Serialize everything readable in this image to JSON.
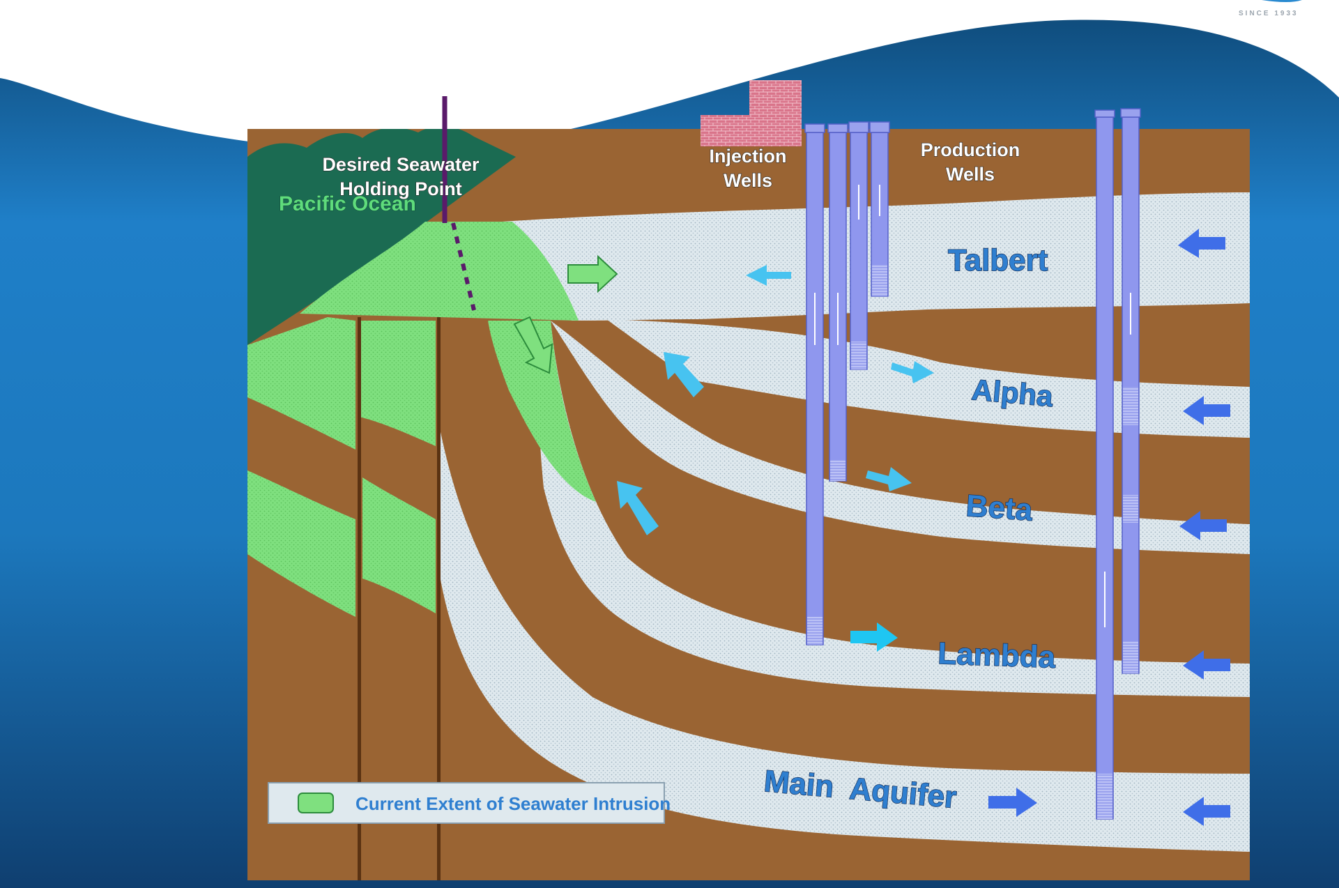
{
  "logo": {
    "tagline": "SINCE 1933"
  },
  "labels": {
    "ocean": "Pacific Ocean",
    "holding_point_line1": "Desired Seawater",
    "holding_point_line2": "Holding Point",
    "injection_line1": "Injection",
    "injection_line2": "Wells",
    "production_line1": "Production",
    "production_line2": "Wells"
  },
  "aquifers": [
    "Talbert",
    "Alpha",
    "Beta",
    "Lambda",
    "Main  Aquifer"
  ],
  "legend": {
    "label": "Current Extent of Seawater Intrusion",
    "swatch_color": "#7fe07f"
  },
  "colors": {
    "background_blue": "#1e78c0",
    "clay_brown": "#9a6433",
    "aquifer_light": "#dfe9ee",
    "seawater_green": "#7fe07f",
    "ocean_dark": "#1b6b52",
    "well_purple": "#8f97ee",
    "arrow_cyan": "#47c3f0",
    "arrow_blue": "#3f6ee8",
    "building_pink": "#d9748a"
  }
}
